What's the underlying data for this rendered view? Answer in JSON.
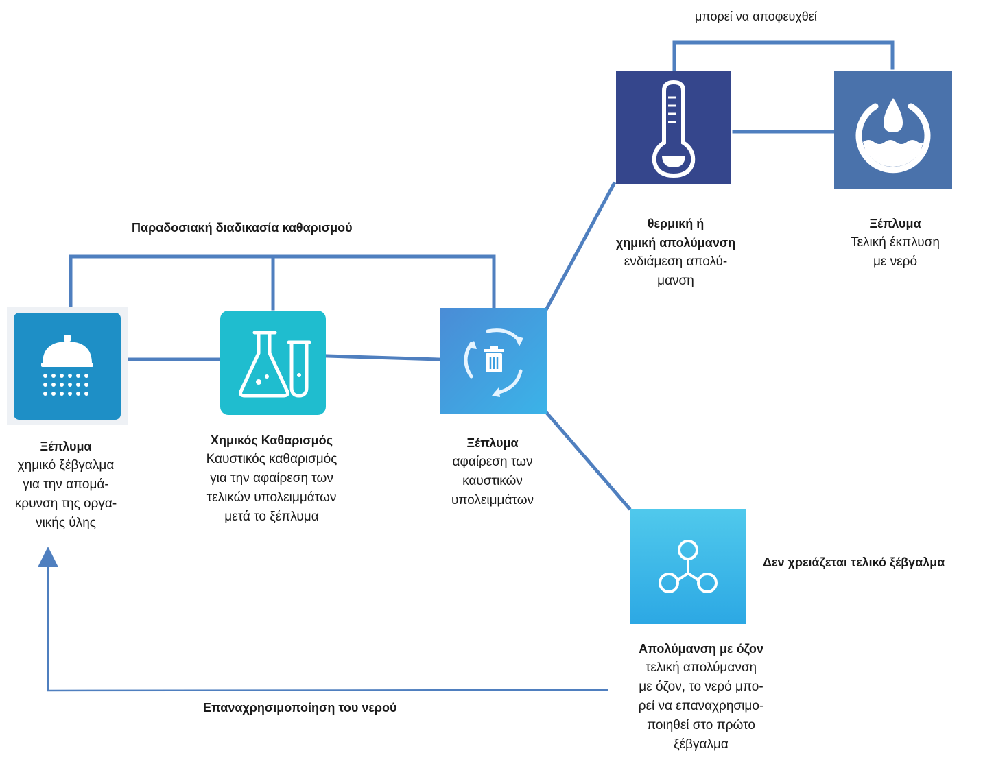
{
  "captions": {
    "traditional": "Παραδοσιακή διαδικασία καθαρισμού",
    "can_avoid": "μπορεί να αποφευχθεί",
    "no_final_rinse": "Δεν χρειάζεται τελικό ξέβγαλμα",
    "water_reuse": "Επαναχρησιμοποίηση του νερού"
  },
  "steps": {
    "rinse1": {
      "icon": "shower-icon",
      "title": "Ξέπλυμα",
      "desc": "χημικό ξέβγαλμα\nγια την απομά-\nκρυνση της οργα-\nνικής ύλης"
    },
    "chemical": {
      "icon": "lab-flask-icon",
      "title": "Χημικός Καθαρισμός",
      "desc": "Καυστικός καθαρισμός\nγια την αφαίρεση των\nτελικών υπολειμμάτων\nμετά το ξέπλυμα"
    },
    "rinse2": {
      "icon": "recycle-bin-icon",
      "title": "Ξέπλυμα",
      "desc": "αφαίρεση των\nκαυστικών\nυπολειμμάτων"
    },
    "thermal": {
      "icon": "thermometer-icon",
      "title": "θερμική ή\nχημική απολύμανση",
      "desc": "ενδιάμεση απολύ-\nμανση"
    },
    "final_rinse": {
      "icon": "water-drop-icon",
      "title": "Ξέπλυμα",
      "desc": "Τελική έκπλυση\nμε νερό"
    },
    "ozone": {
      "icon": "molecule-icon",
      "title": "Απολύμανση με όζον",
      "desc": "τελική απολύμανση\nμε όζον, το νερό μπο-\nρεί να επαναχρησιμο-\nποιηθεί στο πρώτο\nξέβγαλμα"
    }
  },
  "colors": {
    "line": "#4f7fbf",
    "rinse1": "#1e8fc6",
    "chemical": "#1fbdcf",
    "rinse2": "#3a9ee0",
    "thermal": "#35468c",
    "final_rinse": "#4a72ab",
    "ozone": "#2ca8e4"
  }
}
